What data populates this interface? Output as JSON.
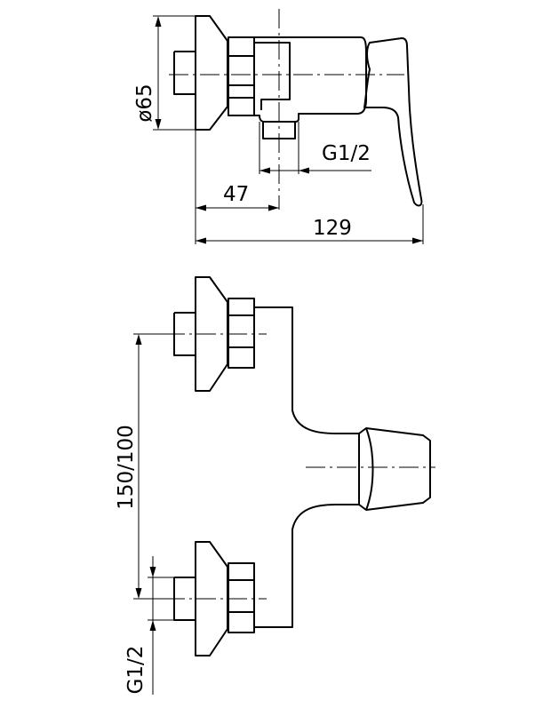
{
  "dimensions": {
    "diameter": "ø65",
    "thread_top": "G1/2",
    "depth_47": "47",
    "depth_129": "129",
    "spacing": "150/100",
    "thread_bottom": "G1/2"
  }
}
